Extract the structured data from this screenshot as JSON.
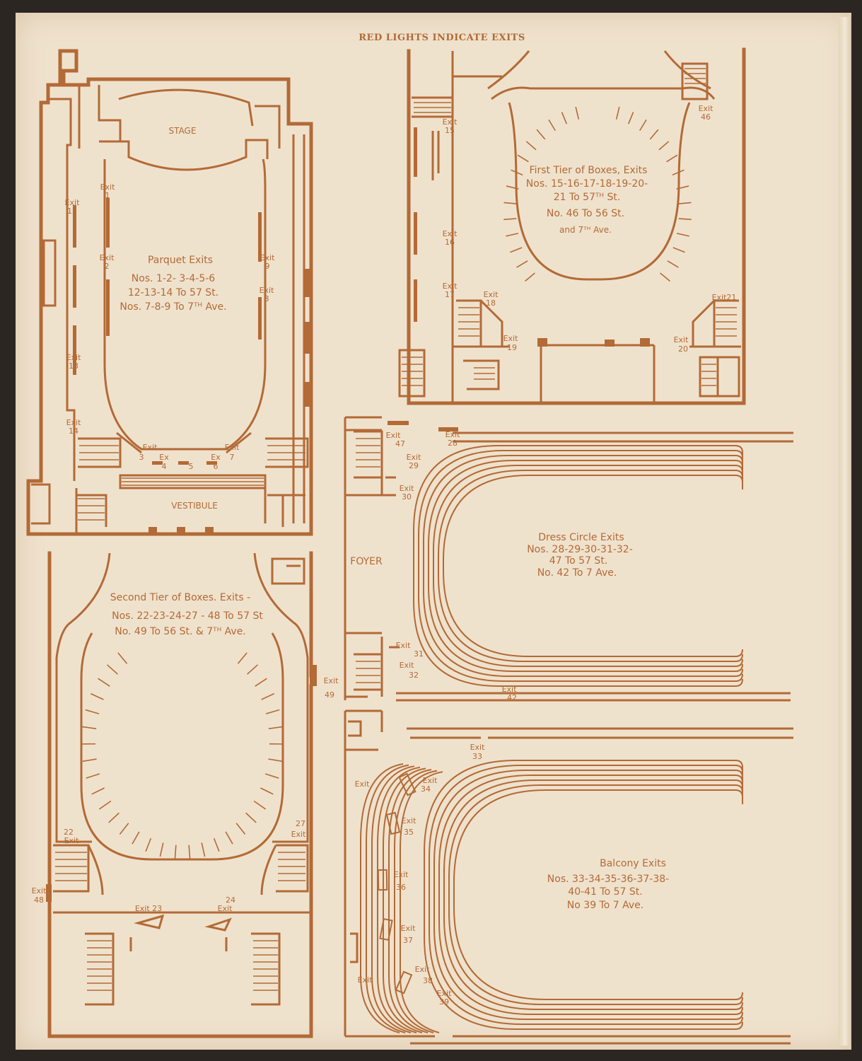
{
  "header": "RED LIGHTS INDICATE EXITS",
  "parquet": {
    "stage": "STAGE",
    "vestibule": "VESTIBULE",
    "title": "Parquet Exits",
    "line1": "Nos. 1-2- 3-4-5-6",
    "line2": "12-13-14 To 57 St.",
    "line3": "Nos. 7-8-9 To 7ᵀᴴ Ave.",
    "exit_word": "Exit",
    "ex_word": "Ex",
    "exits": [
      "1",
      "2",
      "3",
      "4",
      "5",
      "6",
      "7",
      "8",
      "9",
      "12",
      "13",
      "14"
    ]
  },
  "first_tier": {
    "line1": "First Tier of Boxes, Exits",
    "line2": "Nos. 15-16-17-18-19-20-",
    "line3": "21 To 57ᵀᴴ St.",
    "line4": "No. 46 To 56 St.",
    "line5": "and 7ᵀᴴ Ave.",
    "exit_word": "Exit",
    "exits": [
      "15",
      "16",
      "17",
      "18",
      "19",
      "20",
      "21",
      "46"
    ]
  },
  "dress_circle": {
    "foyer": "FOYER",
    "line1": "Dress Circle Exits",
    "line2": "Nos. 28-29-30-31-32-",
    "line3": "47 To 57 St.",
    "line4": "No. 42 To 7 Ave.",
    "exit_word": "Exit",
    "exits": [
      "28",
      "29",
      "30",
      "31",
      "32",
      "42",
      "47"
    ]
  },
  "second_tier": {
    "line1": "Second Tier of Boxes. Exits -",
    "line2": "Nos. 22-23-24-27 - 48 To 57 St",
    "line3": "No. 49 To 56 St. & 7ᵀᴴ Ave.",
    "exit_word": "Exit",
    "exits": [
      "22",
      "23",
      "24",
      "27",
      "48",
      "49"
    ]
  },
  "balcony": {
    "line1": "Balcony Exits",
    "line2": "Nos. 33-34-35-36-37-38-",
    "line3": "40-41 To 57 St.",
    "line4": "No 39 To 7 Ave.",
    "exit_word": "Exit",
    "exits": [
      "33",
      "34",
      "35",
      "36",
      "37",
      "38",
      "39"
    ]
  }
}
